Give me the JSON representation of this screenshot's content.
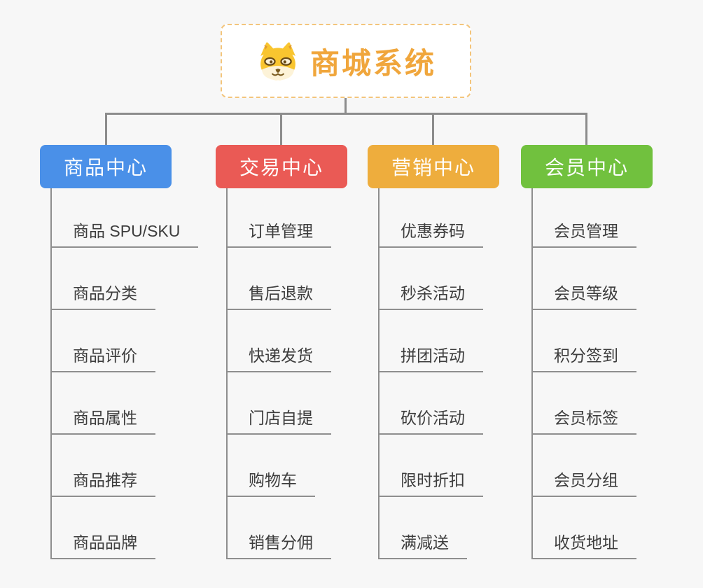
{
  "canvas": {
    "background_color": "#f7f7f7",
    "connector_color": "#8c8c8c",
    "underline_color": "#8f8f8f",
    "leaf_text_color": "#3d3d3d"
  },
  "root": {
    "title": "商城系统",
    "icon": "dog-face-icon",
    "text_color": "#f0a63c",
    "border_color": "#f3c57c",
    "background": "#ffffff"
  },
  "branches": [
    {
      "label": "商品中心",
      "color": "#4a90e8",
      "items": [
        "商品 SPU/SKU",
        "商品分类",
        "商品评价",
        "商品属性",
        "商品推荐",
        "商品品牌"
      ]
    },
    {
      "label": "交易中心",
      "color": "#ea5a55",
      "items": [
        "订单管理",
        "售后退款",
        "快递发货",
        "门店自提",
        "购物车",
        "销售分佣"
      ]
    },
    {
      "label": "营销中心",
      "color": "#eead3d",
      "items": [
        "优惠券码",
        "秒杀活动",
        "拼团活动",
        "砍价活动",
        "限时折扣",
        "满减送"
      ]
    },
    {
      "label": "会员中心",
      "color": "#71c13e",
      "items": [
        "会员管理",
        "会员等级",
        "积分签到",
        "会员标签",
        "会员分组",
        "收货地址"
      ]
    }
  ]
}
